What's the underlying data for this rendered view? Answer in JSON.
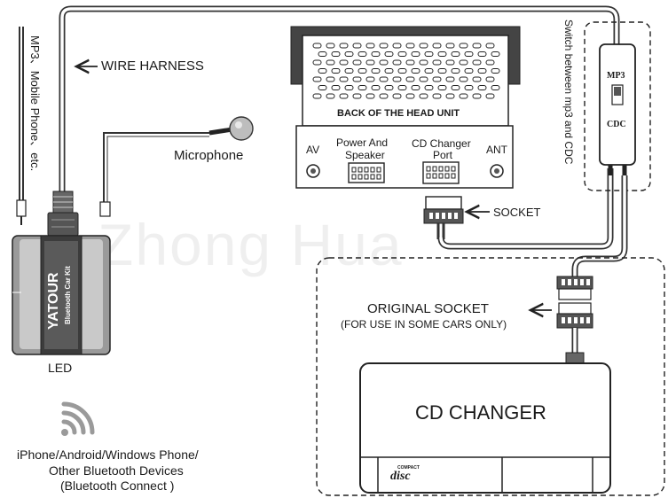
{
  "watermark": "Zhong Hua",
  "labels": {
    "wire_harness": "WIRE HARNESS",
    "microphone": "Microphone",
    "side_note": "MP3、Mobile Phone、etc.",
    "back_of_head_unit": "BACK OF THE HEAD UNIT",
    "av": "AV",
    "power_speaker_1": "Power And",
    "power_speaker_2": "Speaker",
    "cd_changer_port_1": "CD Changer",
    "cd_changer_port_2": "Port",
    "ant": "ANT",
    "socket": "SOCKET",
    "switch_note": "Switch between mp3 and CDC",
    "switch_mp3": "MP3",
    "switch_cdc": "CDC",
    "original_socket": "ORIGINAL SOCKET",
    "original_socket_note": "(FOR USE IN SOME CARS ONLY)",
    "cd_changer": "CD CHANGER",
    "disc_logo_small": "COMPACT",
    "disc_logo": "disc",
    "led": "LED",
    "device_brand": "YATOUR",
    "device_sub": "Bluetooth Car Kit",
    "bt_line1": "iPhone/Android/Windows Phone/",
    "bt_line2": "Other Bluetooth Devices",
    "bt_line3": "(Bluetooth Connect )"
  },
  "icons": [
    "wifi-signal-icon",
    "microphone-icon",
    "arrow-left-icon"
  ]
}
